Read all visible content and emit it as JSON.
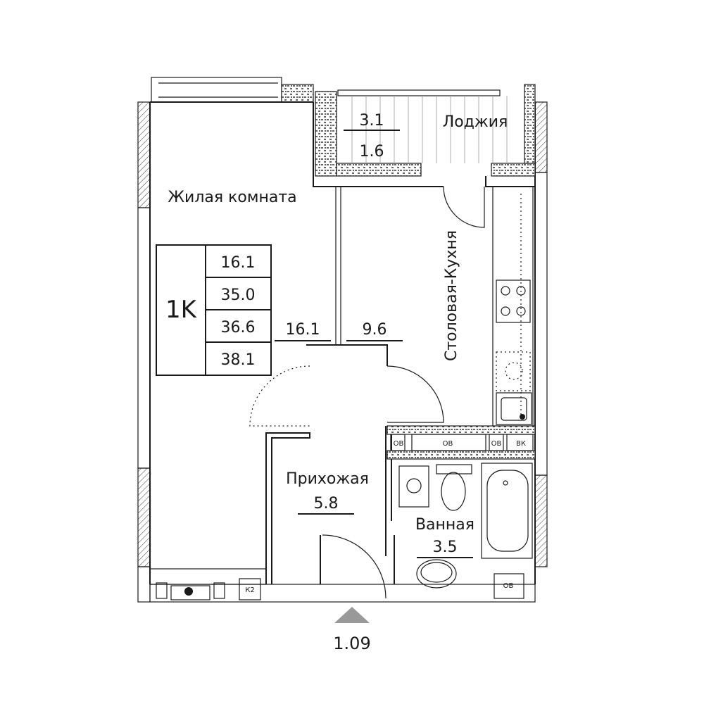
{
  "rooms": {
    "living": {
      "label": "Жилая комната",
      "area": "16.1"
    },
    "kitchen": {
      "label": "Столовая-Кухня",
      "area": "9.6"
    },
    "loggia": {
      "label": "Лоджия",
      "area_full": "3.1",
      "area_reduced": "1.6"
    },
    "hallway": {
      "label": "Прихожая",
      "area": "5.8"
    },
    "bathroom": {
      "label": "Ванная",
      "area": "3.5"
    }
  },
  "summary": {
    "type": "1K",
    "values": [
      "16.1",
      "35.0",
      "36.6",
      "38.1"
    ]
  },
  "shafts": {
    "ov": "ОВ",
    "vk": "ВК",
    "k2": "К2"
  },
  "entrance": {
    "level": "1.09"
  }
}
